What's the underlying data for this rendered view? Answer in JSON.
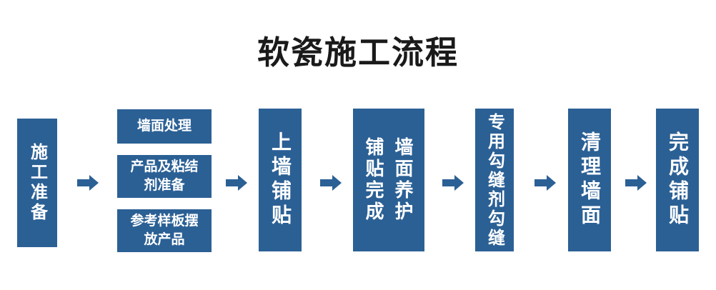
{
  "title": "软瓷施工流程",
  "colors": {
    "node_fill": "#2b6095",
    "arrow_fill": "#2b6095",
    "title_color": "#1a1a1a",
    "background": "#ffffff",
    "node_text": "#ffffff"
  },
  "flow": {
    "steps": [
      {
        "id": "step-1",
        "type": "single",
        "label": "施工准备"
      },
      {
        "id": "step-2",
        "type": "stack",
        "items": [
          "墙面处理",
          "产品及粘结剂准备",
          "参考样板摆放产品"
        ]
      },
      {
        "id": "step-3",
        "type": "single",
        "label": "上墙铺贴"
      },
      {
        "id": "step-4",
        "type": "double",
        "columns": [
          "铺贴完成",
          "墙面养护"
        ]
      },
      {
        "id": "step-5",
        "type": "single",
        "label": "专用勾缝剂勾缝"
      },
      {
        "id": "step-6",
        "type": "single",
        "label": "清理墙面"
      },
      {
        "id": "step-7",
        "type": "single",
        "label": "完成铺贴"
      }
    ],
    "arrows": [
      "arrow-1",
      "arrow-2",
      "arrow-3",
      "arrow-4",
      "arrow-5",
      "arrow-6"
    ]
  }
}
